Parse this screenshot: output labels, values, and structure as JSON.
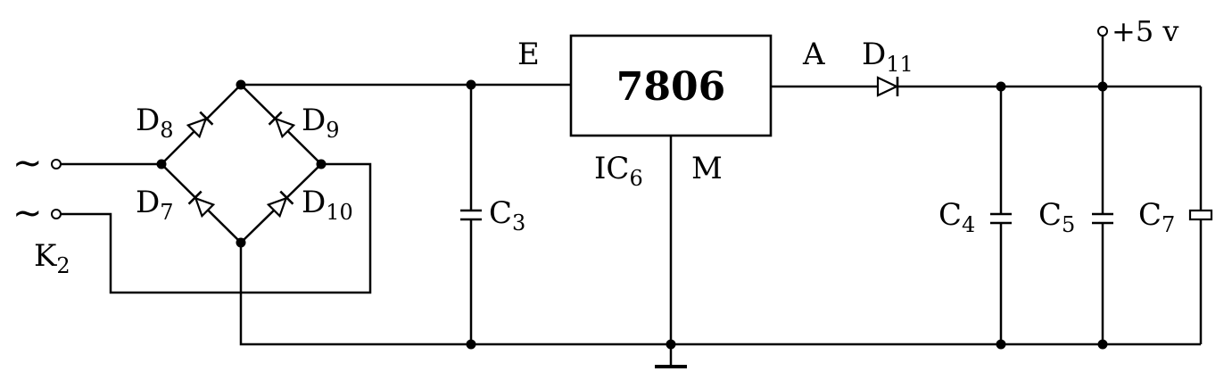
{
  "ic": {
    "part": "7806",
    "name": "IC",
    "name_sub": "6",
    "pin_in": "E",
    "pin_out": "A",
    "pin_gnd": "M"
  },
  "input": {
    "ac_symbol_top": "~",
    "ac_symbol_bottom": "~",
    "switch": "K",
    "switch_sub": "2"
  },
  "diodes": {
    "d7": {
      "letter": "D",
      "sub": "7"
    },
    "d8": {
      "letter": "D",
      "sub": "8"
    },
    "d9": {
      "letter": "D",
      "sub": "9"
    },
    "d10": {
      "letter": "D",
      "sub": "10"
    },
    "d11": {
      "letter": "D",
      "sub": "11"
    }
  },
  "capacitors": {
    "c3": {
      "letter": "C",
      "sub": "3"
    },
    "c4": {
      "letter": "C",
      "sub": "4"
    },
    "c5": {
      "letter": "C",
      "sub": "5"
    },
    "c7": {
      "letter": "C",
      "sub": "7"
    }
  },
  "output": {
    "label": "+5 v"
  }
}
